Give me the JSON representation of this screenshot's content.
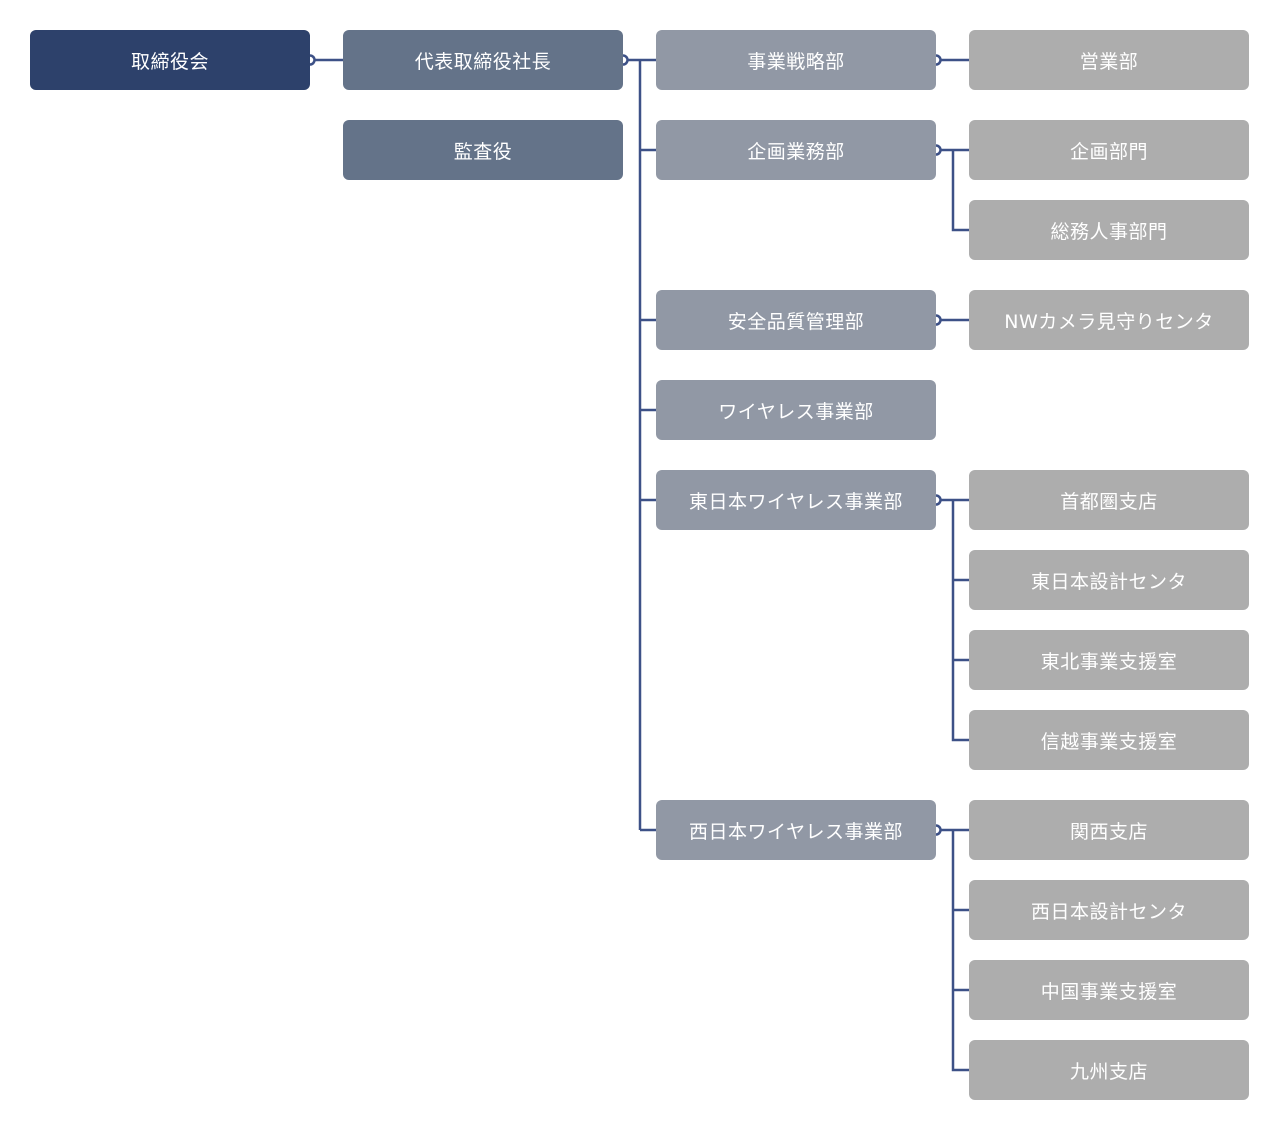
{
  "colors": {
    "board": "#2d416b",
    "executive": "#647389",
    "department": "#9198a5",
    "section": "#adadad",
    "line": "#3d5187"
  },
  "org": {
    "board": "取締役会",
    "president": "代表取締役社長",
    "auditor": "監査役",
    "departments": [
      {
        "name": "事業戦略部",
        "sections": [
          "営業部"
        ]
      },
      {
        "name": "企画業務部",
        "sections": [
          "企画部門",
          "総務人事部門"
        ]
      },
      {
        "name": "安全品質管理部",
        "sections": [
          "NWカメラ見守りセンタ"
        ]
      },
      {
        "name": "ワイヤレス事業部",
        "sections": []
      },
      {
        "name": "東日本ワイヤレス事業部",
        "sections": [
          "首都圏支店",
          "東日本設計センタ",
          "東北事業支援室",
          "信越事業支援室"
        ]
      },
      {
        "name": "西日本ワイヤレス事業部",
        "sections": [
          "関西支店",
          "西日本設計センタ",
          "中国事業支援室",
          "九州支店"
        ]
      }
    ]
  }
}
